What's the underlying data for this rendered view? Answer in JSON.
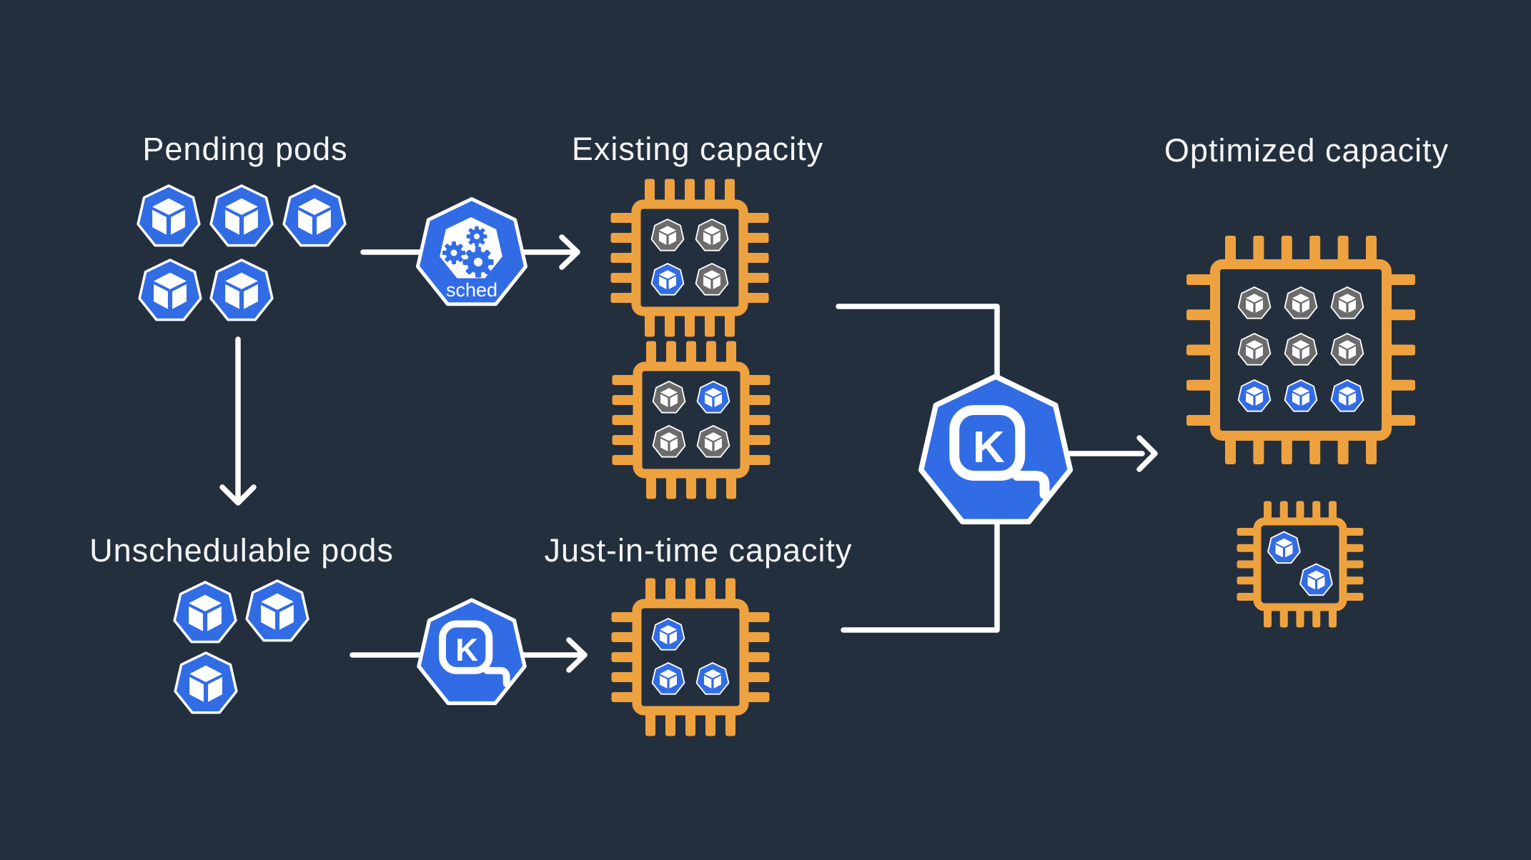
{
  "background": "#242f3e",
  "palette": {
    "blue": "#326ce5",
    "orange": "#eea23f",
    "gray": "#6b6b6b",
    "white": "#ffffff",
    "text": "#f5f6f7"
  },
  "labels": {
    "pending_pods": "Pending pods",
    "existing_capacity": "Existing capacity",
    "optimized_capacity": "Optimized capacity",
    "unschedulable_pods": "Unschedulable pods",
    "jit_capacity": "Just-in-time capacity",
    "scheduler": "sched",
    "karpenter_letter": "K"
  },
  "pod_clusters": {
    "pending": {
      "pods": [
        "blue",
        "blue",
        "blue",
        "blue",
        "blue"
      ]
    },
    "unschedulable": {
      "pods": [
        "blue",
        "blue",
        "blue"
      ]
    }
  },
  "chips": {
    "existing_1": {
      "slots": [
        [
          "gray",
          "gray"
        ],
        [
          "blue",
          "gray"
        ]
      ]
    },
    "existing_2": {
      "slots": [
        [
          "gray",
          "blue"
        ],
        [
          "gray",
          "gray"
        ]
      ]
    },
    "jit": {
      "slots": [
        [
          "blue",
          null
        ],
        [
          "blue",
          "blue"
        ]
      ]
    },
    "optimized": {
      "slots": [
        [
          "gray",
          "gray",
          "gray"
        ],
        [
          "gray",
          "gray",
          "gray"
        ],
        [
          "blue",
          "blue",
          "blue"
        ]
      ]
    },
    "optimized_small": {
      "slots": [
        [
          "blue",
          null
        ],
        [
          null,
          "blue"
        ]
      ]
    }
  }
}
